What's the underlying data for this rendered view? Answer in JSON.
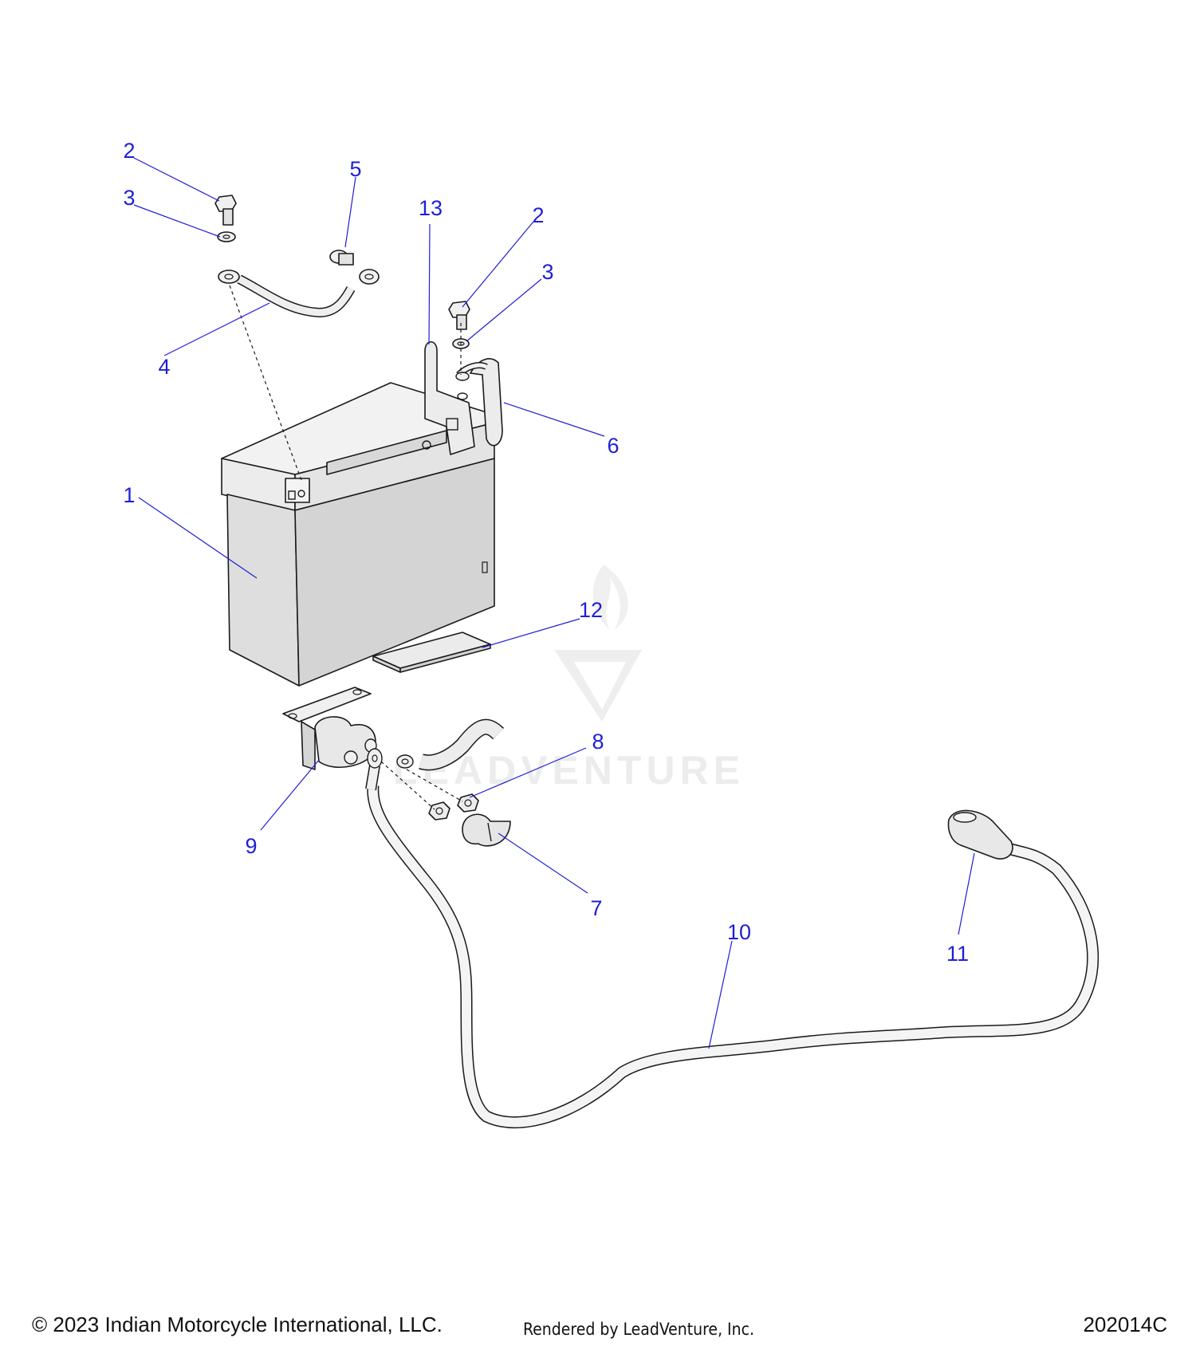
{
  "diagram": {
    "callouts": [
      "1",
      "2",
      "3",
      "4",
      "5",
      "6",
      "7",
      "8",
      "9",
      "10",
      "11",
      "12",
      "13",
      "2",
      "3"
    ]
  },
  "watermark": {
    "brand_text": "LEADVENTURE"
  },
  "footer": {
    "copyright": "© 2023 Indian Motorcycle International, LLC.",
    "rendered_by": "Rendered by LeadVenture, Inc.",
    "diagram_code": "202014C"
  },
  "colors": {
    "callout": "#1f1fd6",
    "line_art": "#1a1a1a",
    "part_fill": "#e6e6e6",
    "watermark": "#ececec"
  }
}
